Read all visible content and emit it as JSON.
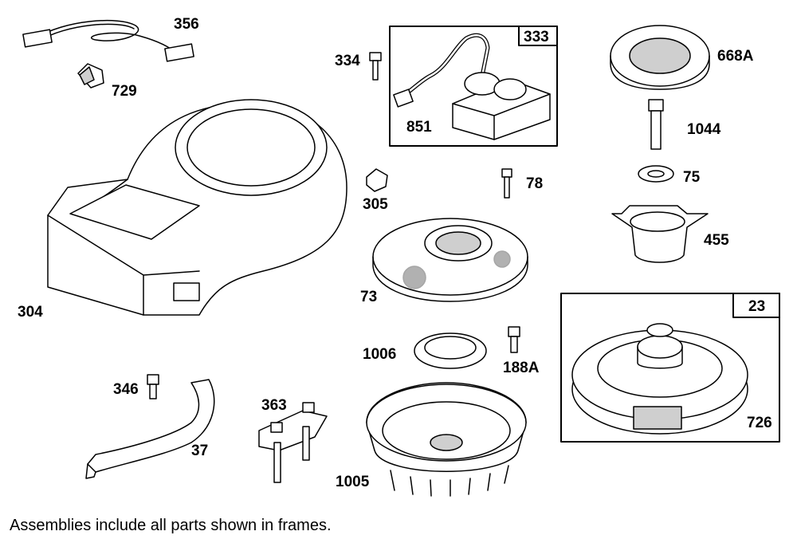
{
  "labels": {
    "p356": "356",
    "p729": "729",
    "p304": "304",
    "p334": "334",
    "p333": "333",
    "p851": "851",
    "p305": "305",
    "p78": "78",
    "p73": "73",
    "p668a": "668A",
    "p1044": "1044",
    "p75": "75",
    "p455": "455",
    "p23": "23",
    "p726": "726",
    "p1006": "1006",
    "p188a": "188A",
    "p1005": "1005",
    "p346": "346",
    "p37": "37",
    "p363": "363"
  },
  "footer_note": "Assemblies include all parts shown in frames."
}
